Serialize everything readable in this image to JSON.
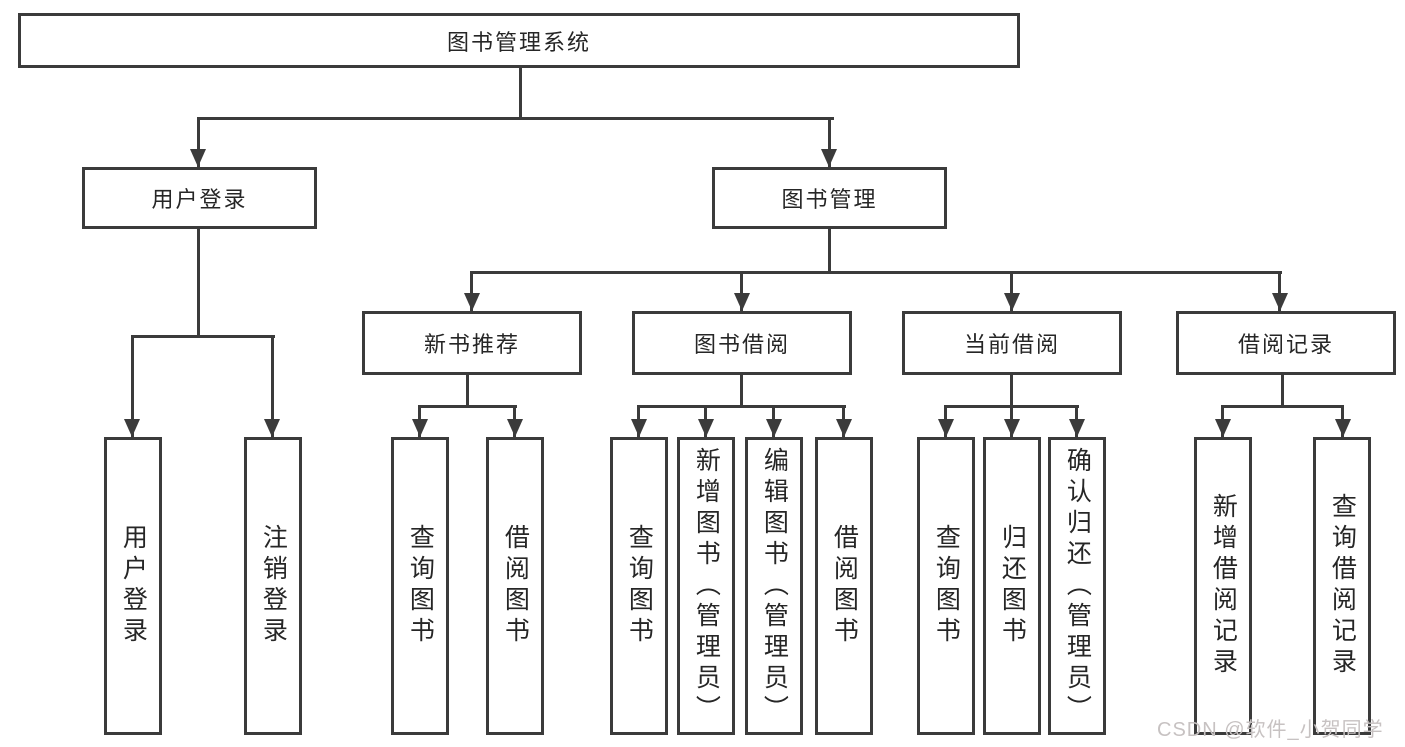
{
  "diagram_title": "图书管理系统",
  "tree": {
    "label": "图书管理系统",
    "children": [
      {
        "label": "用户登录",
        "children": [
          {
            "label": "用户登录"
          },
          {
            "label": "注销登录"
          }
        ]
      },
      {
        "label": "图书管理",
        "children": [
          {
            "label": "新书推荐",
            "children": [
              {
                "label": "查询图书"
              },
              {
                "label": "借阅图书"
              }
            ]
          },
          {
            "label": "图书借阅",
            "children": [
              {
                "label": "查询图书"
              },
              {
                "label": "新增图书（管理员）"
              },
              {
                "label": "编辑图书（管理员）"
              },
              {
                "label": "借阅图书"
              }
            ]
          },
          {
            "label": "当前借阅",
            "children": [
              {
                "label": "查询图书"
              },
              {
                "label": "归还图书"
              },
              {
                "label": "确认归还（管理员）"
              }
            ]
          },
          {
            "label": "借阅记录",
            "children": [
              {
                "label": "新增借阅记录"
              },
              {
                "label": "查询借阅记录"
              }
            ]
          }
        ]
      }
    ]
  },
  "watermark": {
    "text": "CSDN @软件_小贺同学"
  },
  "colors": {
    "line": "#3b3b3b",
    "text": "#262626",
    "watermark": "#c7c2c2",
    "background": "#ffffff"
  }
}
